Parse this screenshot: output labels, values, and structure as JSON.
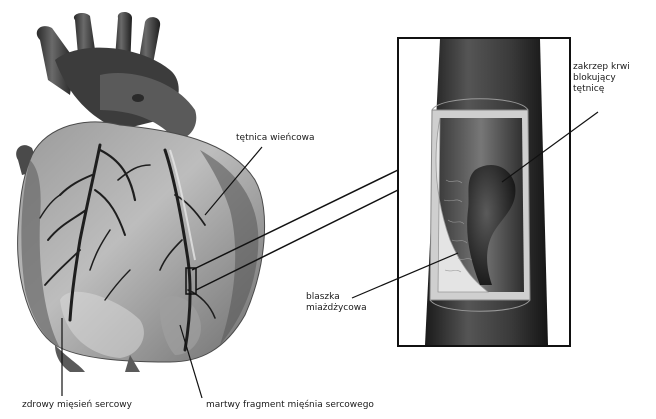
{
  "labels": {
    "coronary_artery": "tętnica wieńcowa",
    "clot": [
      "zakrzep krwi",
      "blokujący",
      "tętnicę"
    ],
    "plaque": [
      "blaszka",
      "miażdżycowa"
    ],
    "healthy_muscle": "zdrowy mięsień sercowy",
    "dead_muscle": "martwy fragment mięśnia sercowego"
  }
}
